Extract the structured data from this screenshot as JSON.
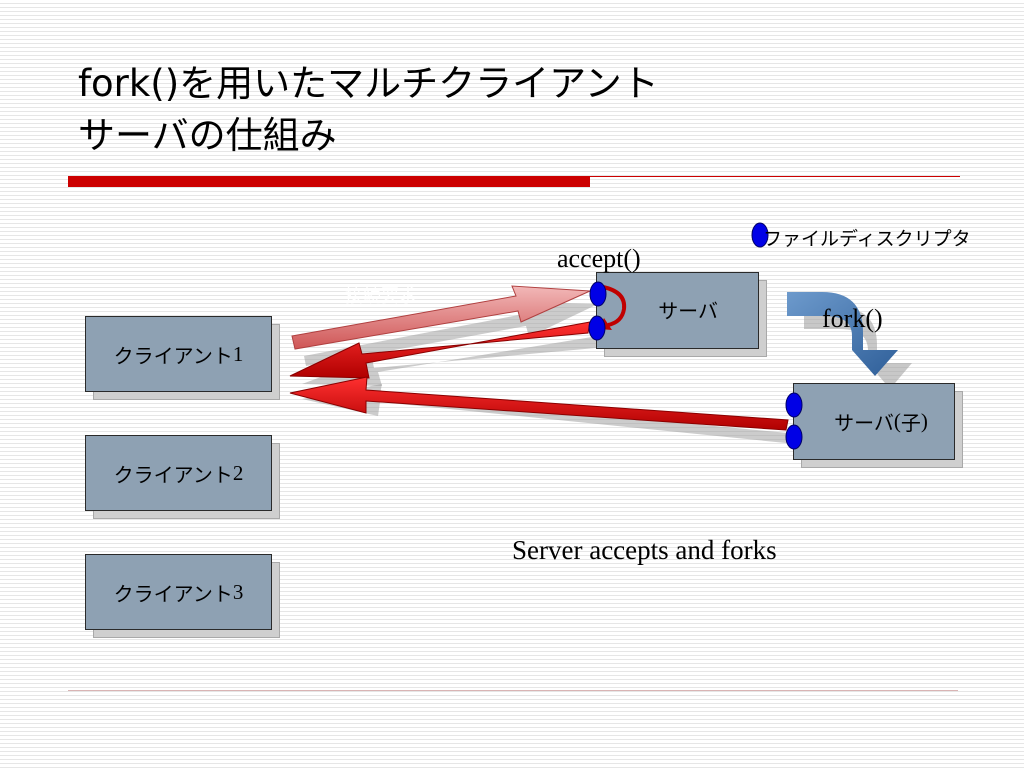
{
  "slide": {
    "title_line1": "fork()を用いたマルチクライアント",
    "title_line2": "サーバの仕組み"
  },
  "diagram": {
    "clients": [
      {
        "prefix": "クライアント",
        "number": "1"
      },
      {
        "prefix": "クライアント",
        "number": "2"
      },
      {
        "prefix": "クライアント",
        "number": "3"
      }
    ],
    "server": {
      "label": "サーバ"
    },
    "child_server": {
      "label": "サーバ",
      "suffix_open": "(",
      "suffix_text": "子",
      "suffix_close": ")"
    },
    "accept_label": "accept()",
    "fork_label": "fork()",
    "legend_label": "ファイルディスクリプタ",
    "hidden_label": "接続要求",
    "caption": "Server accepts and forks"
  },
  "colors": {
    "title_rule": "#cc0000",
    "box_fill": "#8ea1b3",
    "descriptor": "#0000e6",
    "connection_arrow": "#d40000",
    "request_arrow": "#e07a7a",
    "fork_arrow": "#4a7ab0"
  }
}
